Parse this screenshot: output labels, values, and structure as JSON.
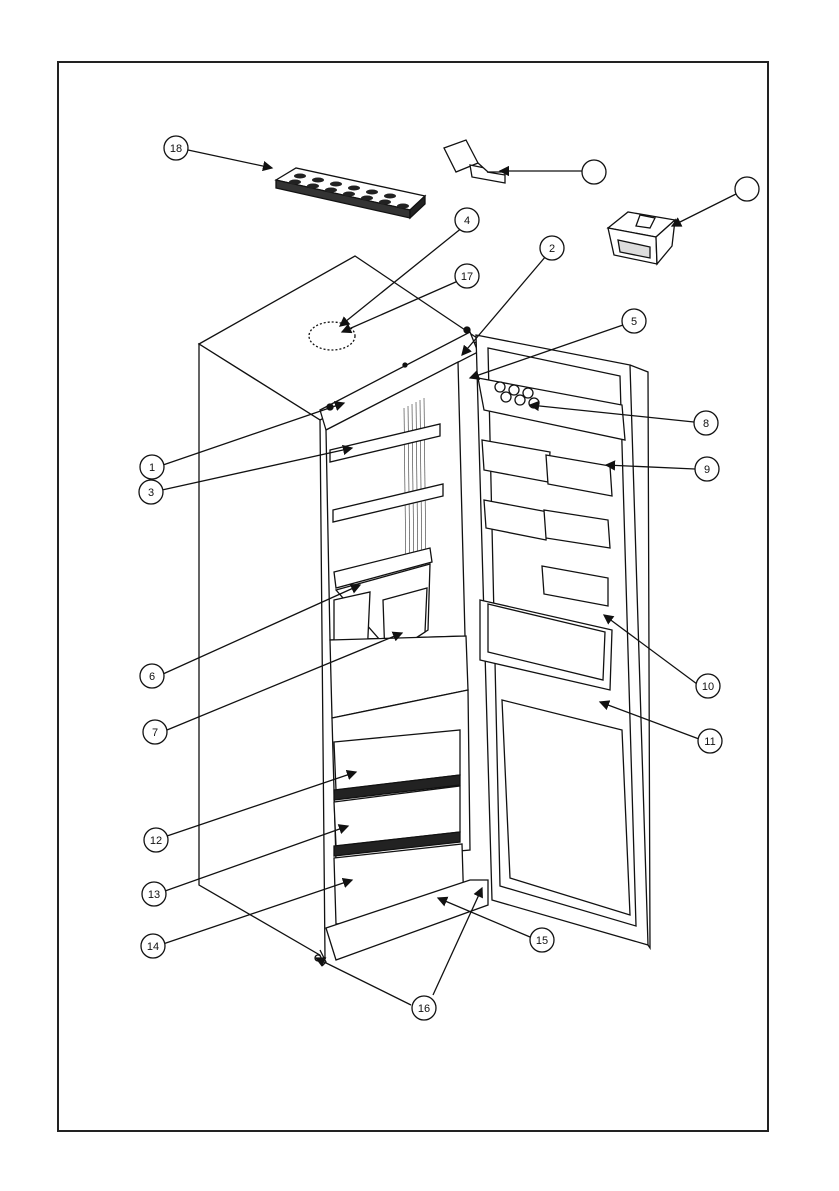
{
  "diagram": {
    "callouts": [
      {
        "id": "18",
        "label": "18",
        "target": "ice-tray"
      },
      {
        "id": "scraper",
        "label": "",
        "target": "ice-scraper"
      },
      {
        "id": "butter",
        "label": "",
        "target": "butter-dish"
      },
      {
        "id": "4",
        "label": "4",
        "target": "top-cover"
      },
      {
        "id": "17",
        "label": "17",
        "target": "lamp"
      },
      {
        "id": "2",
        "label": "2",
        "target": "door-hinge"
      },
      {
        "id": "5",
        "label": "5",
        "target": "thermostat"
      },
      {
        "id": "1",
        "label": "1",
        "target": "cabinet-top"
      },
      {
        "id": "8",
        "label": "8",
        "target": "egg-tray"
      },
      {
        "id": "9",
        "label": "9",
        "target": "upper-door-shelf"
      },
      {
        "id": "3",
        "label": "3",
        "target": "glass-shelf"
      },
      {
        "id": "6",
        "label": "6",
        "target": "crisper-cover"
      },
      {
        "id": "10",
        "label": "10",
        "target": "door-shelf"
      },
      {
        "id": "7",
        "label": "7",
        "target": "crisper"
      },
      {
        "id": "11",
        "label": "11",
        "target": "bottle-shelf"
      },
      {
        "id": "12",
        "label": "12",
        "target": "freezer-drawer-top"
      },
      {
        "id": "13",
        "label": "13",
        "target": "freezer-drawer-middle"
      },
      {
        "id": "14",
        "label": "14",
        "target": "freezer-drawer-bottom"
      },
      {
        "id": "15",
        "label": "15",
        "target": "plinth"
      },
      {
        "id": "16",
        "label": "16",
        "target": "adjustable-feet"
      }
    ]
  }
}
